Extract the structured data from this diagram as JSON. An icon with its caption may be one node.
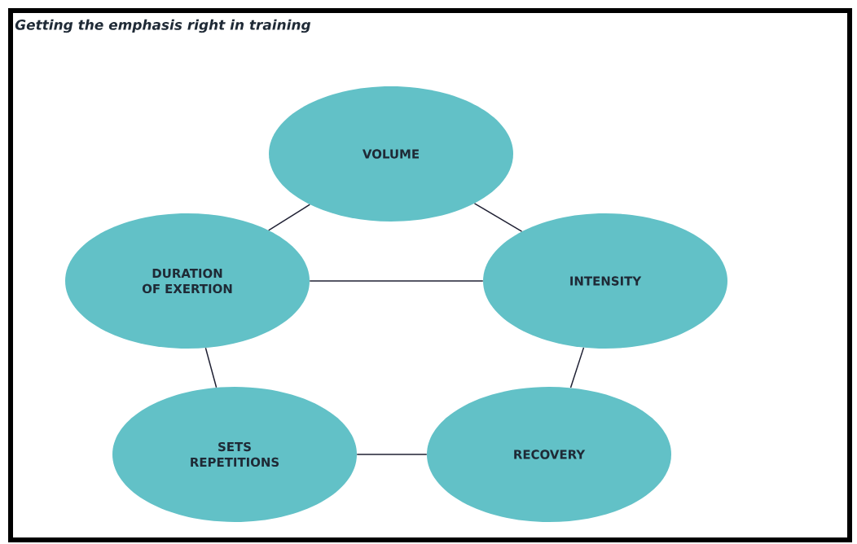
{
  "diagram": {
    "title": "Getting the emphasis right in training",
    "nodes": [
      {
        "text": [
          "VOLUME"
        ]
      },
      {
        "text": [
          "DURATION OF EXERTION"
        ]
      },
      {
        "text": [
          "INTENSITY"
        ]
      },
      {
        "text": [
          "SETS REPETITIONS"
        ]
      },
      {
        "text": [
          "RECOVERY"
        ]
      }
    ],
    "edges": [
      {
        "from": 0,
        "to": 1,
        "arrow": "none"
      },
      {
        "from": 0,
        "to": 2,
        "arrow": "none"
      },
      {
        "from": 1,
        "to": 2,
        "arrow": "none"
      },
      {
        "from": 1,
        "to": 3,
        "arrow": "none"
      },
      {
        "from": 2,
        "to": 4,
        "arrow": "none"
      },
      {
        "from": 3,
        "to": 4,
        "arrow": "none"
      }
    ]
  }
}
